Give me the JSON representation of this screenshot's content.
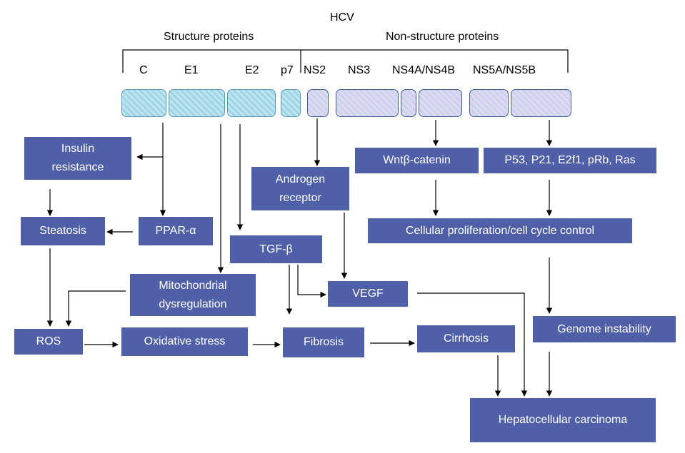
{
  "title": "HCV",
  "groups": {
    "structure": "Structure proteins",
    "non_structure": "Non-structure proteins"
  },
  "genes": [
    "C",
    "E1",
    "E2",
    "p7",
    "NS2",
    "NS3",
    "NS4A/NS4B",
    "NS5A/NS5B"
  ],
  "boxes": {
    "insulin": [
      "Insulin",
      "resistance"
    ],
    "steatosis": "Steatosis",
    "ppar": "PPAR-α",
    "ros": "ROS",
    "mito": [
      "Mitochondrial",
      "dysregulation"
    ],
    "oxidative": "Oxidative stress",
    "tgf": "TGF-β",
    "androgen": [
      "Androgen",
      "receptor"
    ],
    "vegf": "VEGF",
    "fibrosis": "Fibrosis",
    "cirrhosis": "Cirrhosis",
    "wnt": "Wntβ-catenin",
    "p53": "P53, P21, E2f1, pRb, Ras",
    "prolif": "Cellular proliferation/cell cycle control",
    "genome": "Genome instability",
    "hcc": "Hepatocellular carcinoma"
  },
  "colors": {
    "box_fill": "#5060a8",
    "box_text": "#ffffff",
    "structure_segment": "#9fd6e6",
    "nonstructure_segment": "#c9d3f0"
  }
}
